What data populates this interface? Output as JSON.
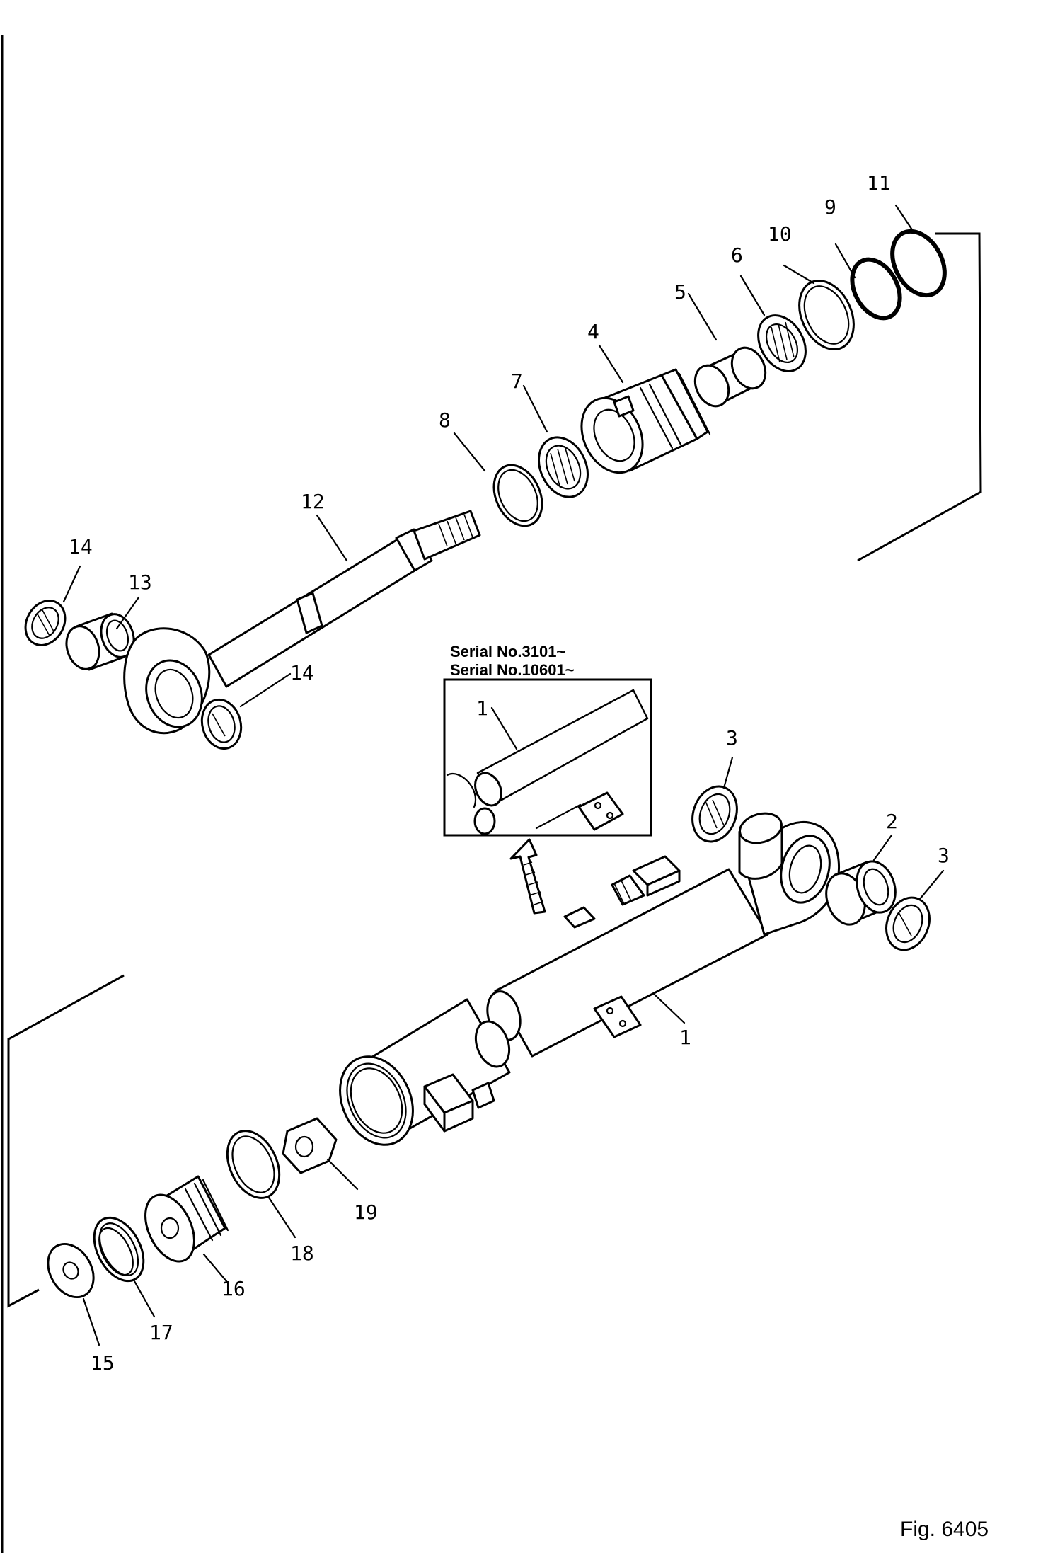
{
  "figure": {
    "label": "Fig. 6405",
    "inset": {
      "serial_1": "Serial No.3101~",
      "serial_2": "Serial No.10601~",
      "callout": "1"
    },
    "callouts": [
      {
        "id": "1a",
        "text": "1"
      },
      {
        "id": "2",
        "text": "2"
      },
      {
        "id": "3a",
        "text": "3"
      },
      {
        "id": "3b",
        "text": "3"
      },
      {
        "id": "4",
        "text": "4"
      },
      {
        "id": "5",
        "text": "5"
      },
      {
        "id": "6",
        "text": "6"
      },
      {
        "id": "7",
        "text": "7"
      },
      {
        "id": "8",
        "text": "8"
      },
      {
        "id": "9",
        "text": "9"
      },
      {
        "id": "10",
        "text": "10"
      },
      {
        "id": "11",
        "text": "11"
      },
      {
        "id": "12",
        "text": "12"
      },
      {
        "id": "13",
        "text": "13"
      },
      {
        "id": "14a",
        "text": "14"
      },
      {
        "id": "14b",
        "text": "14"
      },
      {
        "id": "15",
        "text": "15"
      },
      {
        "id": "16",
        "text": "16"
      },
      {
        "id": "17",
        "text": "17"
      },
      {
        "id": "18",
        "text": "18"
      },
      {
        "id": "19",
        "text": "19"
      }
    ]
  }
}
